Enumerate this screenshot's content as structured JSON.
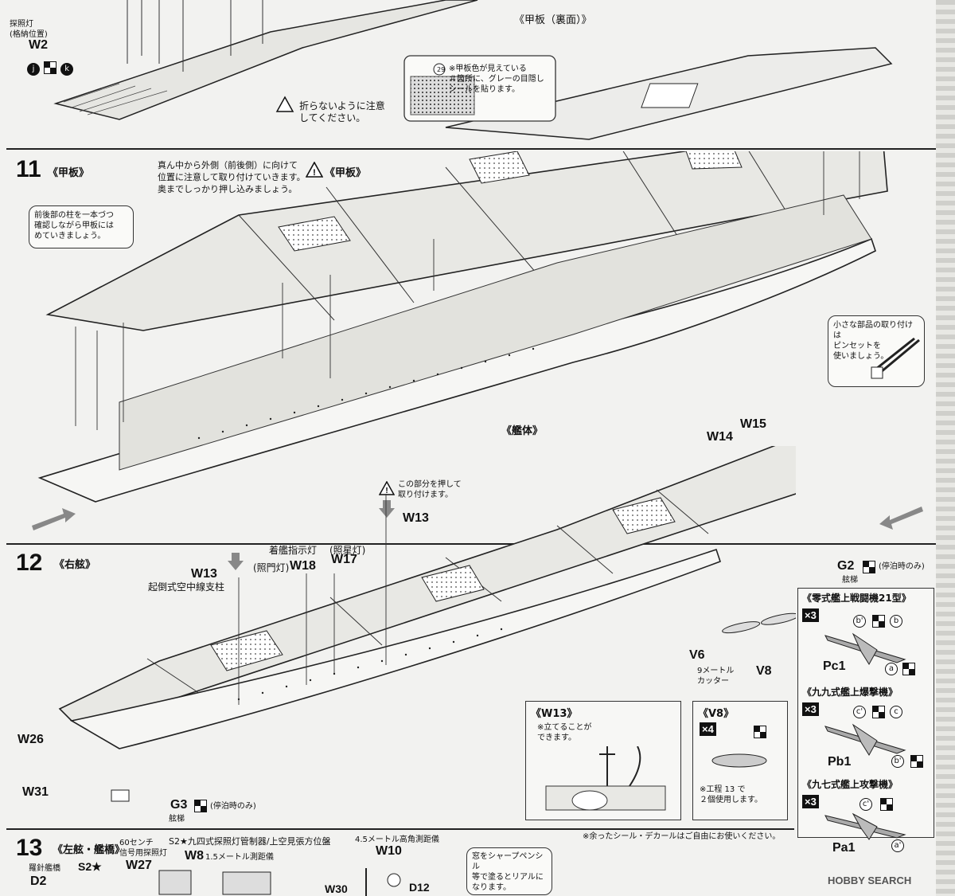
{
  "top": {
    "searchlight_label": "探照灯\n(格納位置)",
    "w2_label": "W2",
    "w2_decals": [
      "j",
      "k"
    ],
    "deck_underside_title": "《甲板（裏面）》",
    "sticker_note_num": "29",
    "sticker_note": "※甲板色が見えている\n＃箇所に、グレーの目隠し\nシールを貼ります。",
    "fold_caution": "折らないように注意\nしてください。"
  },
  "step11": {
    "number": "11",
    "title": "《甲板》",
    "instruction": "真ん中から外側（前後側）に向けて\n位置に注意して取り付けていきます。\n奥までしっかり押し込みましょう。",
    "caution_title": "《甲板》",
    "pillar_note": "前後部の柱を一本づつ\n確認しながら甲板には\nめていきましょう。",
    "hull_label": "《艦体》",
    "tweezers_note": "小さな部品の取り付けは\nピンセットを\n使いましょう。",
    "push_note": "この部分を押して\n取り付けます。",
    "parts": [
      "W14",
      "W15",
      "W13"
    ]
  },
  "step12": {
    "number": "12",
    "title": "《右舷》",
    "landing_light": "着艦指示灯",
    "illum_light": "(照門灯)",
    "star_light": "(照星灯)",
    "antenna_label": "起倒式空中線支柱",
    "parts": [
      "W13",
      "W17",
      "W18",
      "W26",
      "W31",
      "V6",
      "V8",
      "G2",
      "G3"
    ],
    "g2_note": "(停泊時のみ)",
    "g2_sub": "舷梯",
    "g3_note": "(停泊時のみ)",
    "g3_sub": "舷梯",
    "cutter_label": "9メートル\nカッター",
    "w13_box_title": "《W13》",
    "w13_box_note": "※立てることが\nできます。",
    "v8_box_title": "《V8》",
    "v8_box_count": "×4",
    "v8_box_note": "※工程 13 で\n２個使用します。",
    "leftover_note": "※余ったシール・デカールはご自由にお使いください。"
  },
  "aircraft": [
    {
      "title": "《零式艦上戦闘機21型》",
      "count": "×3",
      "decals": [
        "b'",
        "b",
        "a"
      ],
      "part": "Pc1"
    },
    {
      "title": "《九九式艦上爆撃機》",
      "count": "×3",
      "decals": [
        "c'",
        "c",
        "b'"
      ],
      "part": "Pb1"
    },
    {
      "title": "《九七式艦上攻撃機》",
      "count": "×3",
      "decals": [
        "c'",
        "a'"
      ],
      "part": "Pa1"
    }
  ],
  "step13": {
    "number": "13",
    "title": "《左舷・艦橋》",
    "s2_label": "S2★九四式探照灯管制器/上空見張方位盤",
    "sixty_cm": "60センチ\n信号用探照灯",
    "w27": "W27",
    "w8": "W8",
    "rangefinder": "1.5メートル測距儀",
    "hi_angle": "4.5メートル高角測距儀",
    "w10": "W10",
    "w30": "W30",
    "d12": "D12",
    "compass_bridge": "羅針艦橋",
    "d2": "D2",
    "s2_star": "S2★",
    "pencil_note": "窓をシャープペンシル\n等で塗るとリアルに\nなります。"
  },
  "watermark": "HOBBY SEARCH"
}
